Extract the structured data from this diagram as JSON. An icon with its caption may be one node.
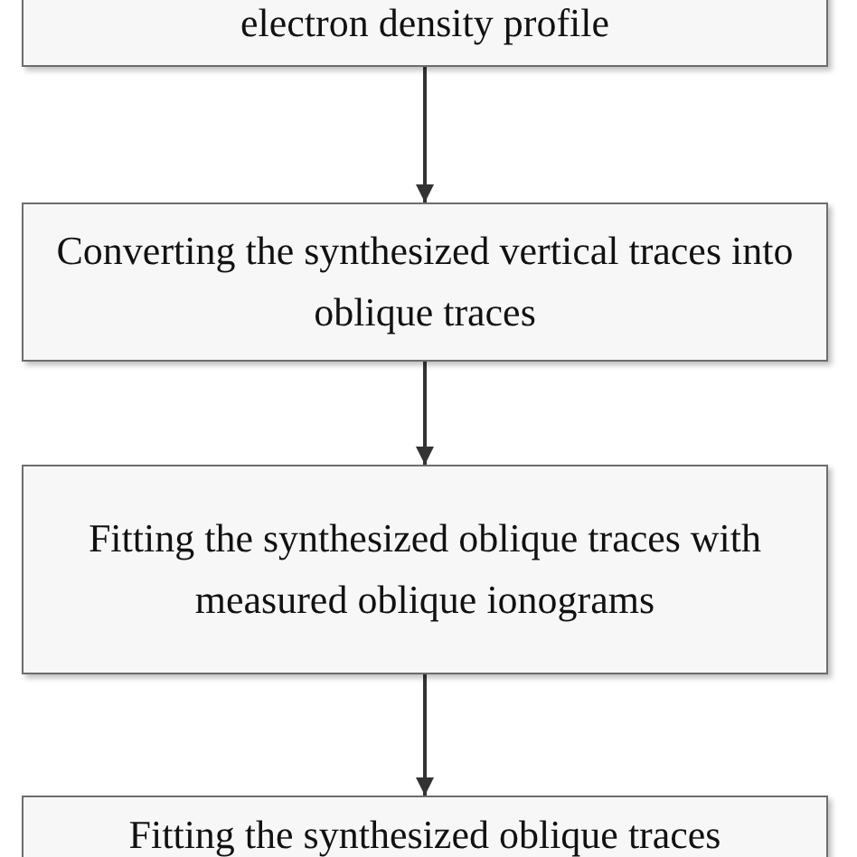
{
  "diagram": {
    "nodes": [
      {
        "text": [
          "electron density profile"
        ]
      },
      {
        "text": [
          "Converting the synthesized vertical traces into oblique traces"
        ]
      },
      {
        "text": [
          "Fitting the synthesized oblique traces with measured oblique ionograms"
        ]
      },
      {
        "text": [
          "Fitting the synthesized oblique traces"
        ]
      }
    ],
    "edges": [
      {
        "from": 0,
        "to": 1,
        "arrow": "to"
      },
      {
        "from": 1,
        "to": 2,
        "arrow": "to"
      },
      {
        "from": 2,
        "to": 3,
        "arrow": "to"
      }
    ]
  }
}
